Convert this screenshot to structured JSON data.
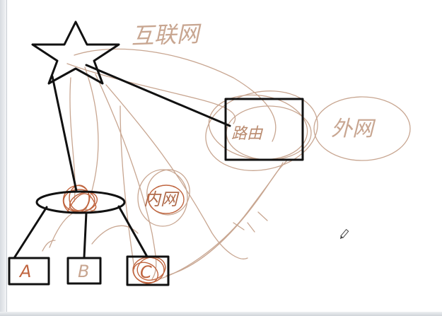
{
  "whiteboard": {
    "ink_colors": {
      "black": "#111111",
      "red": "#c0653f",
      "brown": "#b98a6e"
    },
    "labels": {
      "internet": "互联网",
      "router_box": "路由",
      "extranet": "外网",
      "intranet": "内网",
      "pc_a": "A",
      "pc_b": "B",
      "pc_c": "C"
    }
  }
}
